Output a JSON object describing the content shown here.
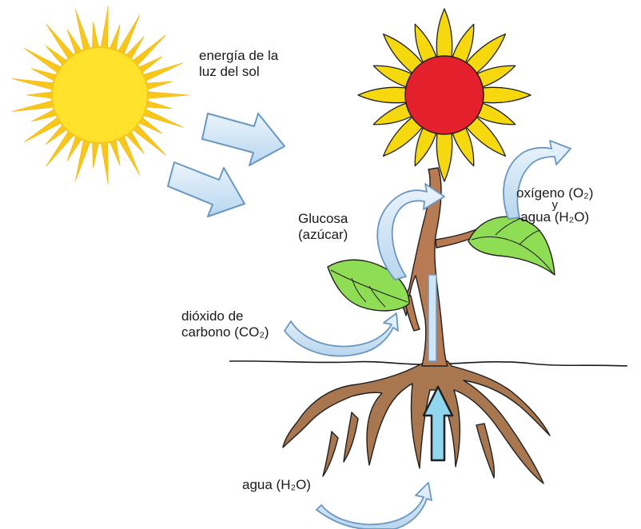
{
  "labels": {
    "sunlight": [
      "energía de la",
      "luz del sol"
    ],
    "glucose": [
      "Glucosa",
      "(azúcar)"
    ],
    "oxygen_water": [
      "oxígeno (O₂)",
      "y",
      "agua (H₂O)"
    ],
    "co2": [
      "dióxido de",
      "carbono (CO₂)"
    ],
    "root_water": "agua (H₂O)"
  },
  "colors": {
    "sun": "#fde12a",
    "sun_rays": "#f8c71a",
    "flower_center": "#e3202c",
    "petals": "#f6d80e",
    "stem": "#b87a52",
    "leaf": "#8fdc55",
    "arrow_fill": "#cfe6f7",
    "arrow_stroke": "#6a97c2",
    "water_arrow": "#8fd6ee"
  },
  "icons": [
    "sun-icon",
    "sunlight-arrow-icon",
    "flower-icon",
    "leaf-icon",
    "root-icon",
    "cycle-arrow-icon",
    "water-up-arrow-icon"
  ]
}
